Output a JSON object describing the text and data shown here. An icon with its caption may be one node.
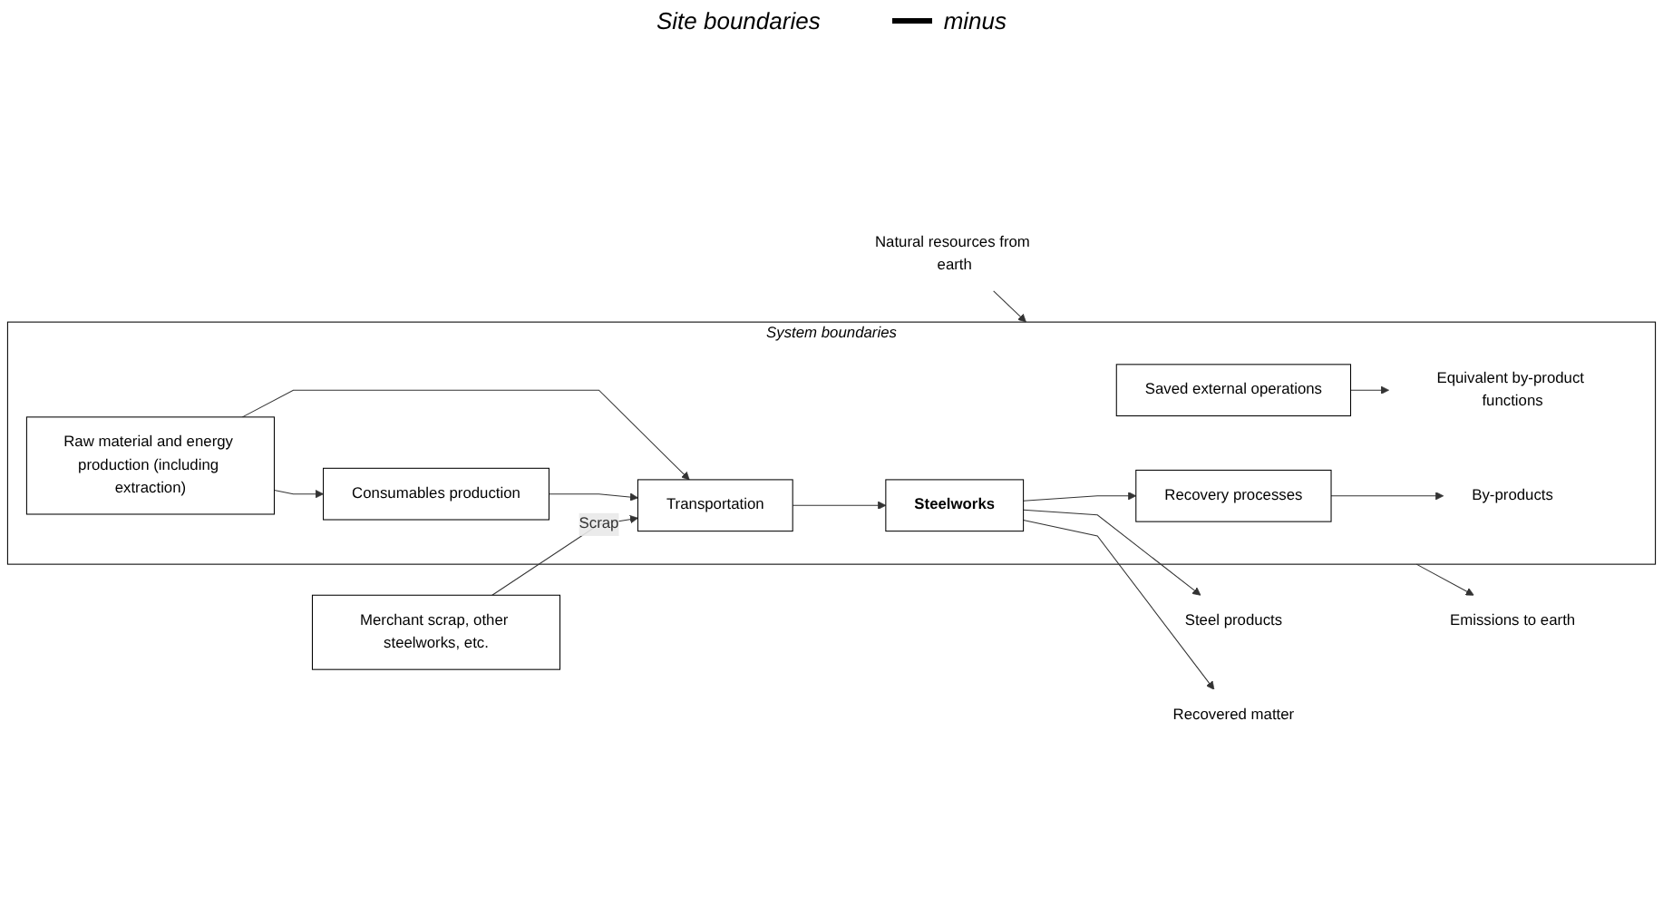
{
  "diagram": {
    "nodes": [
      {
        "text": [
          "System boundaries"
        ]
      },
      {
        "text": [
          "Raw material and energy production (including extraction)"
        ],
        "in": 0
      },
      {
        "text": [
          "Consumables production"
        ],
        "in": 0
      },
      {
        "text": [
          "Transportation"
        ],
        "in": 0
      },
      {
        "text": [
          "Steelworks"
        ],
        "in": 0
      },
      {
        "text": [
          "Recovery processes"
        ],
        "in": 0
      },
      {
        "text": [
          "By-products"
        ],
        "in": 0
      },
      {
        "text": [
          "Saved external operations"
        ],
        "in": 0
      },
      {
        "text": [
          "Equivalent by-product functions"
        ],
        "in": 0
      },
      {
        "text": [
          "Natural resources from earth"
        ]
      },
      {
        "text": [
          "Merchant scrap, other steelworks, etc."
        ]
      },
      {
        "text": [
          "Steel products"
        ]
      },
      {
        "text": [
          "Recovered matter"
        ]
      },
      {
        "text": [
          "Emissions to earth"
        ]
      }
    ],
    "edges": [
      {
        "from": 9,
        "to": 0,
        "arrow": "to"
      },
      {
        "from": 1,
        "to": 2,
        "arrow": "to"
      },
      {
        "from": 1,
        "to": 3,
        "arrow": "to"
      },
      {
        "from": 2,
        "to": 3,
        "arrow": "to"
      },
      {
        "from": 10,
        "to": 3,
        "arrow": "to",
        "label": "Scrap"
      },
      {
        "from": 3,
        "to": 4,
        "arrow": "to"
      },
      {
        "from": 4,
        "to": 5,
        "arrow": "to"
      },
      {
        "from": 4,
        "to": 11,
        "arrow": "to"
      },
      {
        "from": 4,
        "to": 12,
        "arrow": "to"
      },
      {
        "from": 5,
        "to": 6,
        "arrow": "to"
      },
      {
        "from": 7,
        "to": 8,
        "arrow": "to"
      },
      {
        "from": 0,
        "to": 13,
        "arrow": "to"
      }
    ],
    "labels": [
      "Site boundaries",
      "minus"
    ]
  }
}
